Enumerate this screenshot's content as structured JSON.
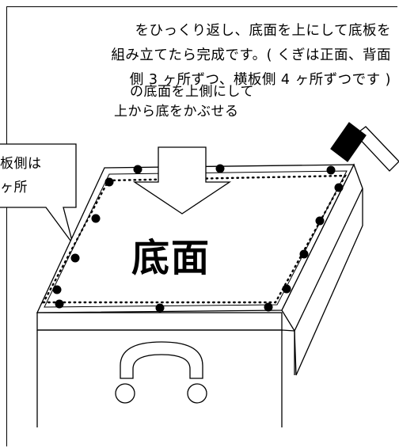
{
  "instructions": {
    "line1": "をひっくり返し、底面を上にして底板を",
    "line2": "組み立てたら完成です。( くぎは正面、背面",
    "line3": "側 3 ヶ所ずつ、横板側 4 ヶ所ずつです )"
  },
  "arrow_note": {
    "line1": "の底面を上側にして",
    "line2": "上から底をかぶせる"
  },
  "callout": {
    "line1": "板側は",
    "line2": "ヶ所"
  },
  "bottom_label": "底面",
  "icons": {
    "hammer": "hammer-icon",
    "arrow": "down-arrow-icon"
  },
  "colors": {
    "line": "#000000",
    "background": "#ffffff"
  }
}
